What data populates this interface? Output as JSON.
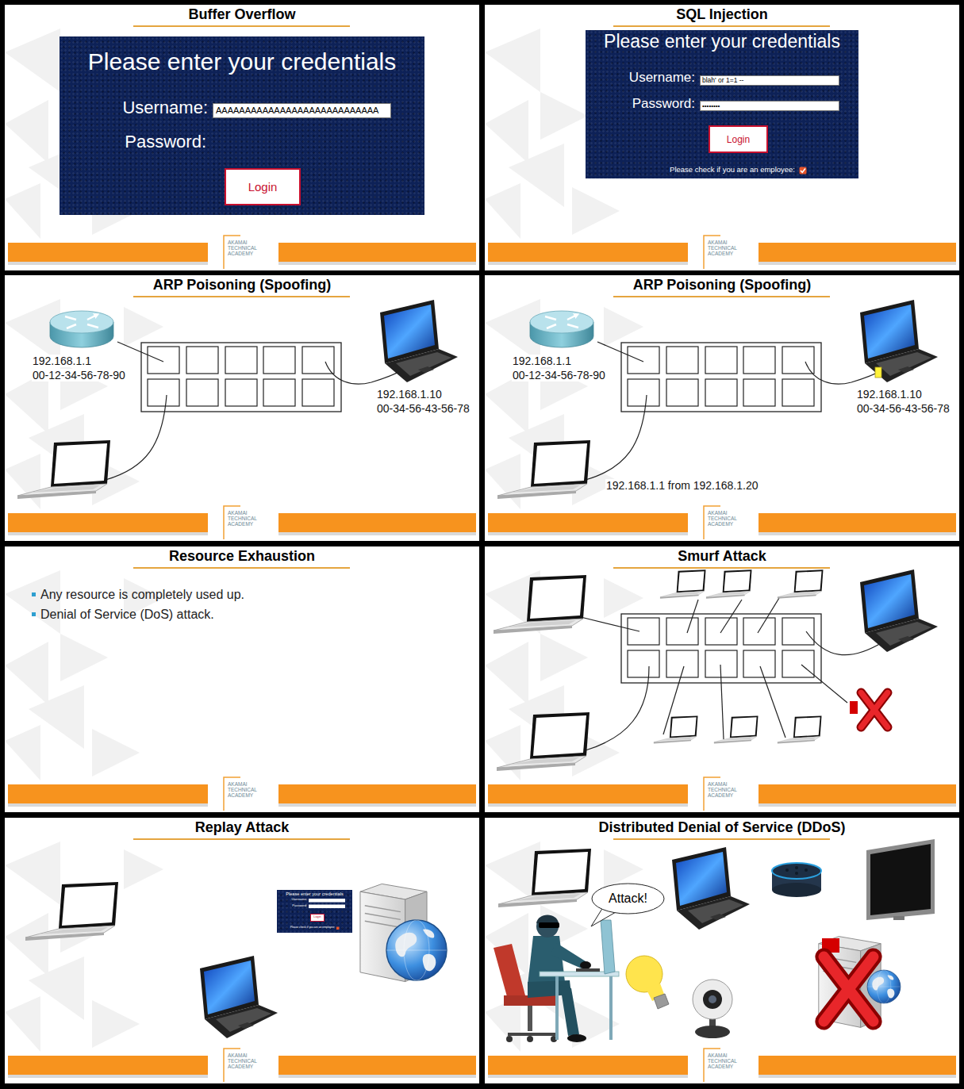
{
  "diagram": {
    "nodes": [
      {
        "text": [
          "Buffer Overflow"
        ]
      },
      {
        "text": [
          "Please enter your credentials",
          "Username:",
          "Password:"
        ],
        "in": 0
      },
      {
        "text": [
          "AAAAAAAAAAAAAAAAAAAAAAAAAAAA"
        ],
        "in": 1
      },
      {
        "text": [
          "Login"
        ],
        "in": 1
      },
      {
        "text": [
          "SQL Injection"
        ]
      },
      {
        "text": [
          "Please enter your credentials",
          "Username:",
          "Password:",
          "Please check if you are an employee:"
        ],
        "in": 4
      },
      {
        "text": [
          "blah' or 1=1 --"
        ],
        "in": 5
      },
      {
        "text": [
          "••••••••"
        ],
        "in": 5
      },
      {
        "text": [
          "Login"
        ],
        "in": 5
      },
      {
        "text": [
          "ARP Poisoning (Spoofing)"
        ]
      },
      {
        "text": [
          "ARP Poisoning (Spoofing)"
        ]
      },
      {
        "text": [
          "Resource Exhaustion",
          "Any resource is completely used up.",
          "Denial of Service (DoS) attack."
        ]
      },
      {
        "text": [
          "Smurf Attack"
        ]
      },
      {
        "text": [
          "Replay Attack"
        ]
      },
      {
        "text": [
          "Please enter your credentials",
          "Username:",
          "Password:",
          "Please check if you are an employee:"
        ],
        "in": 13
      },
      {
        "text": [
          "Login"
        ],
        "in": 14
      },
      {
        "text": [
          "Distributed Denial of Service (DDoS)"
        ]
      },
      {
        "text": [
          "Attack!"
        ],
        "in": 16
      }
    ],
    "labels": [
      "AKAMAI TECHNICAL ACADEMY",
      "AKAMAI TECHNICAL ACADEMY",
      "192.168.1.1",
      "00-12-34-56-78-90",
      "192.168.1.10",
      "00-34-56-43-56-78",
      "AKAMAI TECHNICAL ACADEMY",
      "192.168.1.1",
      "00-12-34-56-78-90",
      "192.168.1.10",
      "00-34-56-43-56-78",
      "192.168.1.1 from 192.168.1.20",
      "AKAMAI TECHNICAL ACADEMY",
      "AKAMAI TECHNICAL ACADEMY",
      "AKAMAI TECHNICAL ACADEMY",
      "AKAMAI TECHNICAL ACADEMY",
      "AKAMAI TECHNICAL ACADEMY"
    ]
  }
}
